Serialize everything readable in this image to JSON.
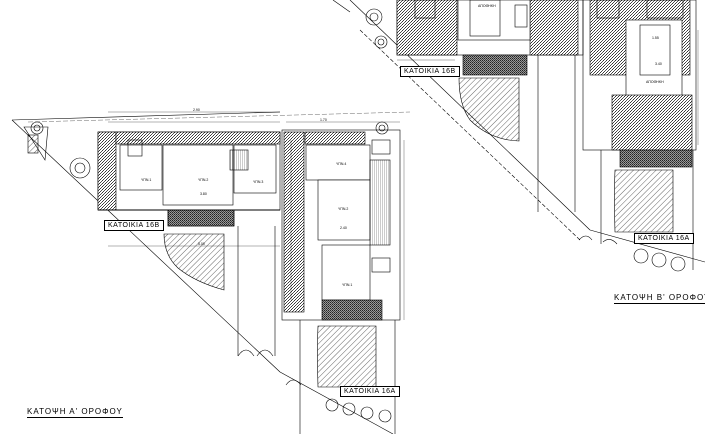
{
  "titles": {
    "first_floor": "ΚΑΤΟΨΗ Α' ΟΡΟΦΟΥ",
    "second_floor": "ΚΑΤΟΨΗ Β' ΟΡΟΦΟΥ"
  },
  "units": {
    "b_first": "ΚΑΤΟΙΚΙΑ 16Β",
    "a_first": "ΚΑΤΟΙΚΙΑ 16Α",
    "b_second": "ΚΑΤΟΙΚΙΑ 16Β",
    "a_second": "ΚΑΤΟΙΚΙΑ 16Α"
  },
  "rooms": {
    "r1": "ΥΠΝ.1",
    "r2": "ΥΠΝ.2",
    "r3": "ΥΠΝ.3",
    "r4": "ΥΠΝ.4",
    "r5": "ΥΠΝ.2",
    "r6": "ΥΠΝ.1",
    "r7": "ΑΠΟΘΗΚΗ",
    "r8": "ΑΠΟΘΗΚΗ"
  },
  "dims": {
    "d1": "2.90",
    "d2": "1.70",
    "d3": "3.80",
    "d4": "5.00",
    "d5": "2.40",
    "d6": "1.55",
    "d7": "3.40"
  },
  "colors": {
    "line": "#000000",
    "paper": "#ffffff"
  }
}
